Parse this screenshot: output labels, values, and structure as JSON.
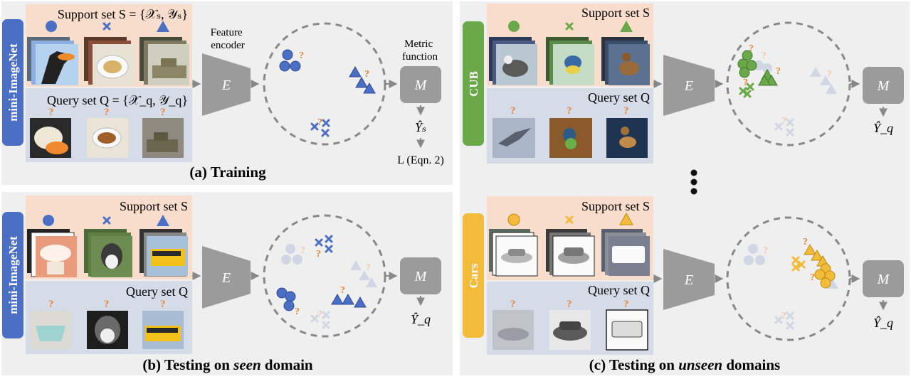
{
  "colors": {
    "panel_bg": "#efefef",
    "support_bg": "#f8ddcc",
    "query_bg": "#d5dbe7",
    "blue": "#4a6fc4",
    "green": "#6ba84a",
    "yellow": "#f2bb3a",
    "light": "#d0d6e4",
    "encoder": "#9b9b9b",
    "question": "#e8853a"
  },
  "panel_a": {
    "domain": "mini-ImageNet",
    "support_label": "Support set S = {𝒳ₛ, 𝒴ₛ}",
    "query_label": "Query set Q = {𝒳_q, 𝒴_q}",
    "feature_encoder": "Feature encoder",
    "encoder_letter": "E",
    "metric_function": "Metric function",
    "metric_letter": "M",
    "output": "Ŷₛ",
    "loss": "L (Eqn. 2)",
    "caption": "(a) Training",
    "q": "?"
  },
  "panel_b": {
    "domain": "mini-ImageNet",
    "support_label": "Support set S",
    "query_label": "Query set Q",
    "encoder_letter": "E",
    "metric_letter": "M",
    "output": "Ŷ_q",
    "caption_prefix": "(b) Testing on ",
    "caption_em": "seen",
    "caption_suffix": " domain",
    "q": "?"
  },
  "panel_c": {
    "domain_top": "CUB",
    "domain_bottom": "Cars",
    "support_label": "Support set S",
    "query_label": "Query set Q",
    "encoder_letter": "E",
    "metric_letter": "M",
    "output": "Ŷ_q",
    "caption_prefix": "(c) Testing on ",
    "caption_em": "unseen",
    "caption_suffix": " domains",
    "q": "?"
  }
}
